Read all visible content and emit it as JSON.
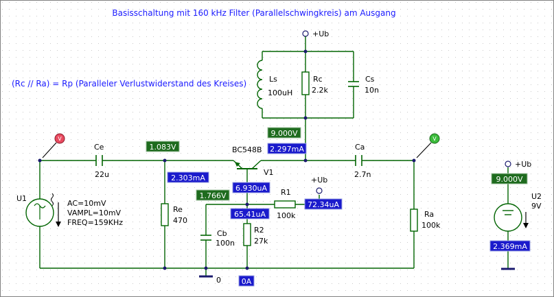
{
  "title": "Basisschaltung mit 160 kHz Filter (Parallelschwingkreis) am Ausgang",
  "note": "(Rc // Ra) = Rp (Paralleler Verlustwiderstand des Kreises)",
  "colors": {
    "wire": "#006400",
    "text_title": "#1a1aff",
    "text_note": "#1a1aff",
    "text_label": "#000000",
    "voltage_box_bg": "#1e6b1e",
    "current_box_bg": "#1a1acc",
    "box_text": "#ffffff",
    "probe_v_red": "#e84a5f",
    "probe_v_green": "#3cbc3c",
    "arrow": "#000000",
    "grid_dot": "#c8c8c8"
  },
  "supply_labels": {
    "top": "+Ub",
    "r1": "+Ub",
    "u2": "+Ub"
  },
  "components": {
    "ls": {
      "name": "Ls",
      "value": "100uH"
    },
    "rc": {
      "name": "Rc",
      "value": "2.2k"
    },
    "cs": {
      "name": "Cs",
      "value": "10n"
    },
    "ce": {
      "name": "Ce",
      "value": "22u"
    },
    "ca": {
      "name": "Ca",
      "value": "2.7n"
    },
    "u1": {
      "name": "U1",
      "params": [
        "AC=10mV",
        "VAMPL=10mV",
        "FREQ=159KHz"
      ]
    },
    "re": {
      "name": "Re",
      "value": "470"
    },
    "cb": {
      "name": "Cb",
      "value": "100n"
    },
    "r2": {
      "name": "R2",
      "value": "27k"
    },
    "r1": {
      "name": "R1",
      "value": "100k"
    },
    "ra": {
      "name": "Ra",
      "value": "100k"
    },
    "v1": {
      "name": "V1",
      "model": "BC548B"
    },
    "u2": {
      "name": "U2",
      "value": "9V"
    }
  },
  "probes": {
    "input": "V",
    "output": "V"
  },
  "ground_labels": {
    "main": "0"
  },
  "readouts": {
    "collector_voltage": "9.000V",
    "collector_current": "2.297mA",
    "emitter_voltage": "1.083V",
    "emitter_current": "2.303mA",
    "base_voltage": "1.766V",
    "base_current": "6.930uA",
    "r2_current": "65.41uA",
    "r1_current": "72.34uA",
    "ground_current": "0A",
    "supply_voltage": "9.000V",
    "supply_current": "2.369mA"
  }
}
